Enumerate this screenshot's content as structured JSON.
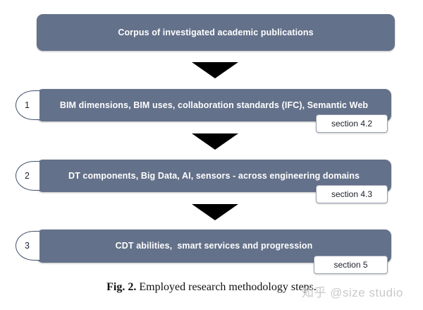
{
  "figure": {
    "caption_prefix": "Fig. 2.",
    "caption_text": " Employed research methodology steps.",
    "watermark": "知乎 @size studio",
    "colors": {
      "box_fill": "#64718a",
      "box_text": "#ffffff",
      "arrow": "#000000",
      "badge_border": "#41506a",
      "tag_border": "#9aa3b2",
      "background": "#ffffff",
      "watermark": "#c9c9c9"
    }
  },
  "flow": {
    "source_box": {
      "label": "Corpus of investigated academic publications"
    },
    "steps": [
      {
        "number": "1",
        "label": "BIM dimensions, BIM uses, collaboration standards (IFC), Semantic Web",
        "section_tag": "section 4.2"
      },
      {
        "number": "2",
        "label": "DT components, Big Data, AI, sensors - across engineering domains",
        "section_tag": "section 4.3"
      },
      {
        "number": "3",
        "label": "CDT abilities,  smart services and progression",
        "section_tag": "section 5"
      }
    ],
    "connectors": [
      {
        "icon": "arrow-down-icon"
      },
      {
        "icon": "arrow-down-icon"
      },
      {
        "icon": "arrow-down-icon"
      }
    ]
  }
}
